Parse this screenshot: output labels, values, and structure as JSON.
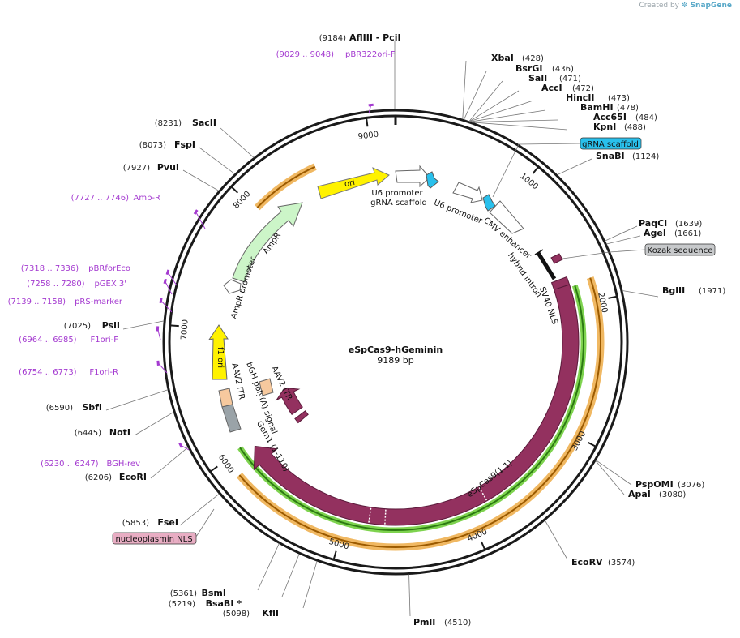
{
  "credit": {
    "prefix": "Created by",
    "brand": "SnapGene"
  },
  "plasmid": {
    "name": "eSpCas9-hGeminin",
    "size": 9189,
    "size_label": "9189 bp"
  },
  "ticks": [
    "1000",
    "2000",
    "3000",
    "4000",
    "5000",
    "6000",
    "7000",
    "8000",
    "9000"
  ],
  "sites": [
    {
      "name": "AflIII  - PciI",
      "pos": "(9184)"
    },
    {
      "name": "XbaI",
      "pos": "(428)"
    },
    {
      "name": "BsrGI",
      "pos": "(436)"
    },
    {
      "name": "SalI",
      "pos": "(471)"
    },
    {
      "name": "AccI",
      "pos": "(472)"
    },
    {
      "name": "HincII",
      "pos": "(473)"
    },
    {
      "name": "BamHI",
      "pos": "(478)"
    },
    {
      "name": "Acc65I",
      "pos": "(484)"
    },
    {
      "name": "KpnI",
      "pos": "(488)"
    },
    {
      "name": "SnaBI",
      "pos": "(1124)"
    },
    {
      "name": "PaqCI",
      "pos": "(1639)"
    },
    {
      "name": "AgeI",
      "pos": "(1661)"
    },
    {
      "name": "BglII",
      "pos": "(1971)"
    },
    {
      "name": "PspOMI",
      "pos": "(3076)"
    },
    {
      "name": "ApaI",
      "pos": "(3080)"
    },
    {
      "name": "EcoRV",
      "pos": "(3574)"
    },
    {
      "name": "PmlI",
      "pos": "(4510)"
    },
    {
      "name": "KflI",
      "pos": "(5098)"
    },
    {
      "name": "BsaBI *",
      "pos": "(5219)"
    },
    {
      "name": "BsmI",
      "pos": "(5361)"
    },
    {
      "name": "FseI",
      "pos": "(5853)"
    },
    {
      "name": "EcoRI",
      "pos": "(6206)"
    },
    {
      "name": "NotI",
      "pos": "(6445)"
    },
    {
      "name": "SbfI",
      "pos": "(6590)"
    },
    {
      "name": "PsiI",
      "pos": "(7025)"
    },
    {
      "name": "PvuI",
      "pos": "(7927)"
    },
    {
      "name": "FspI",
      "pos": "(8073)"
    },
    {
      "name": "SacII",
      "pos": "(8231)"
    }
  ],
  "primers": [
    {
      "range": "(9029 .. 9048)",
      "name": "pBR322ori-F"
    },
    {
      "range": "(7727 .. 7746)",
      "name": "Amp-R"
    },
    {
      "range": "(7318 .. 7336)",
      "name": "pBRforEco"
    },
    {
      "range": "(7258 .. 7280)",
      "name": "pGEX 3'"
    },
    {
      "range": "(7139 .. 7158)",
      "name": "pRS-marker"
    },
    {
      "range": "(6964 .. 6985)",
      "name": "F1ori-F"
    },
    {
      "range": "(6754 .. 6773)",
      "name": "F1ori-R"
    },
    {
      "range": "(6230 .. 6247)",
      "name": "BGH-rev"
    }
  ],
  "tags": [
    {
      "text": "gRNA scaffold"
    },
    {
      "text": "Kozak sequence"
    },
    {
      "text": "nucleoplasmin NLS"
    }
  ],
  "features": [
    {
      "text": "ori"
    },
    {
      "text": "U6 promoter"
    },
    {
      "text": "gRNA scaffold"
    },
    {
      "text": "U6 promoter"
    },
    {
      "text": "CMV enhancer"
    },
    {
      "text": "hybrid intron"
    },
    {
      "text": "SV40 NLS"
    },
    {
      "text": "eSpCas9(1.1)"
    },
    {
      "text": "Gem1 (1-110)"
    },
    {
      "text": "bGH poly(A) signal"
    },
    {
      "text": "AAV2 ITR"
    },
    {
      "text": "AAV2 ITR"
    },
    {
      "text": "f1 ori"
    },
    {
      "text": "AmpR promoter"
    },
    {
      "text": "AmpR"
    }
  ],
  "colors": {
    "backbone": "#1a1a1a",
    "primer": "#a43ad0",
    "cas9": "#93315f",
    "ori": "#fff200",
    "ampr": "#ccf5c8",
    "gRNA": "#29c0ec",
    "itr": "#f6c99e",
    "bgh": "#9aa3a8",
    "orange_track": "#f0b862",
    "green_track": "#7ed34f"
  }
}
